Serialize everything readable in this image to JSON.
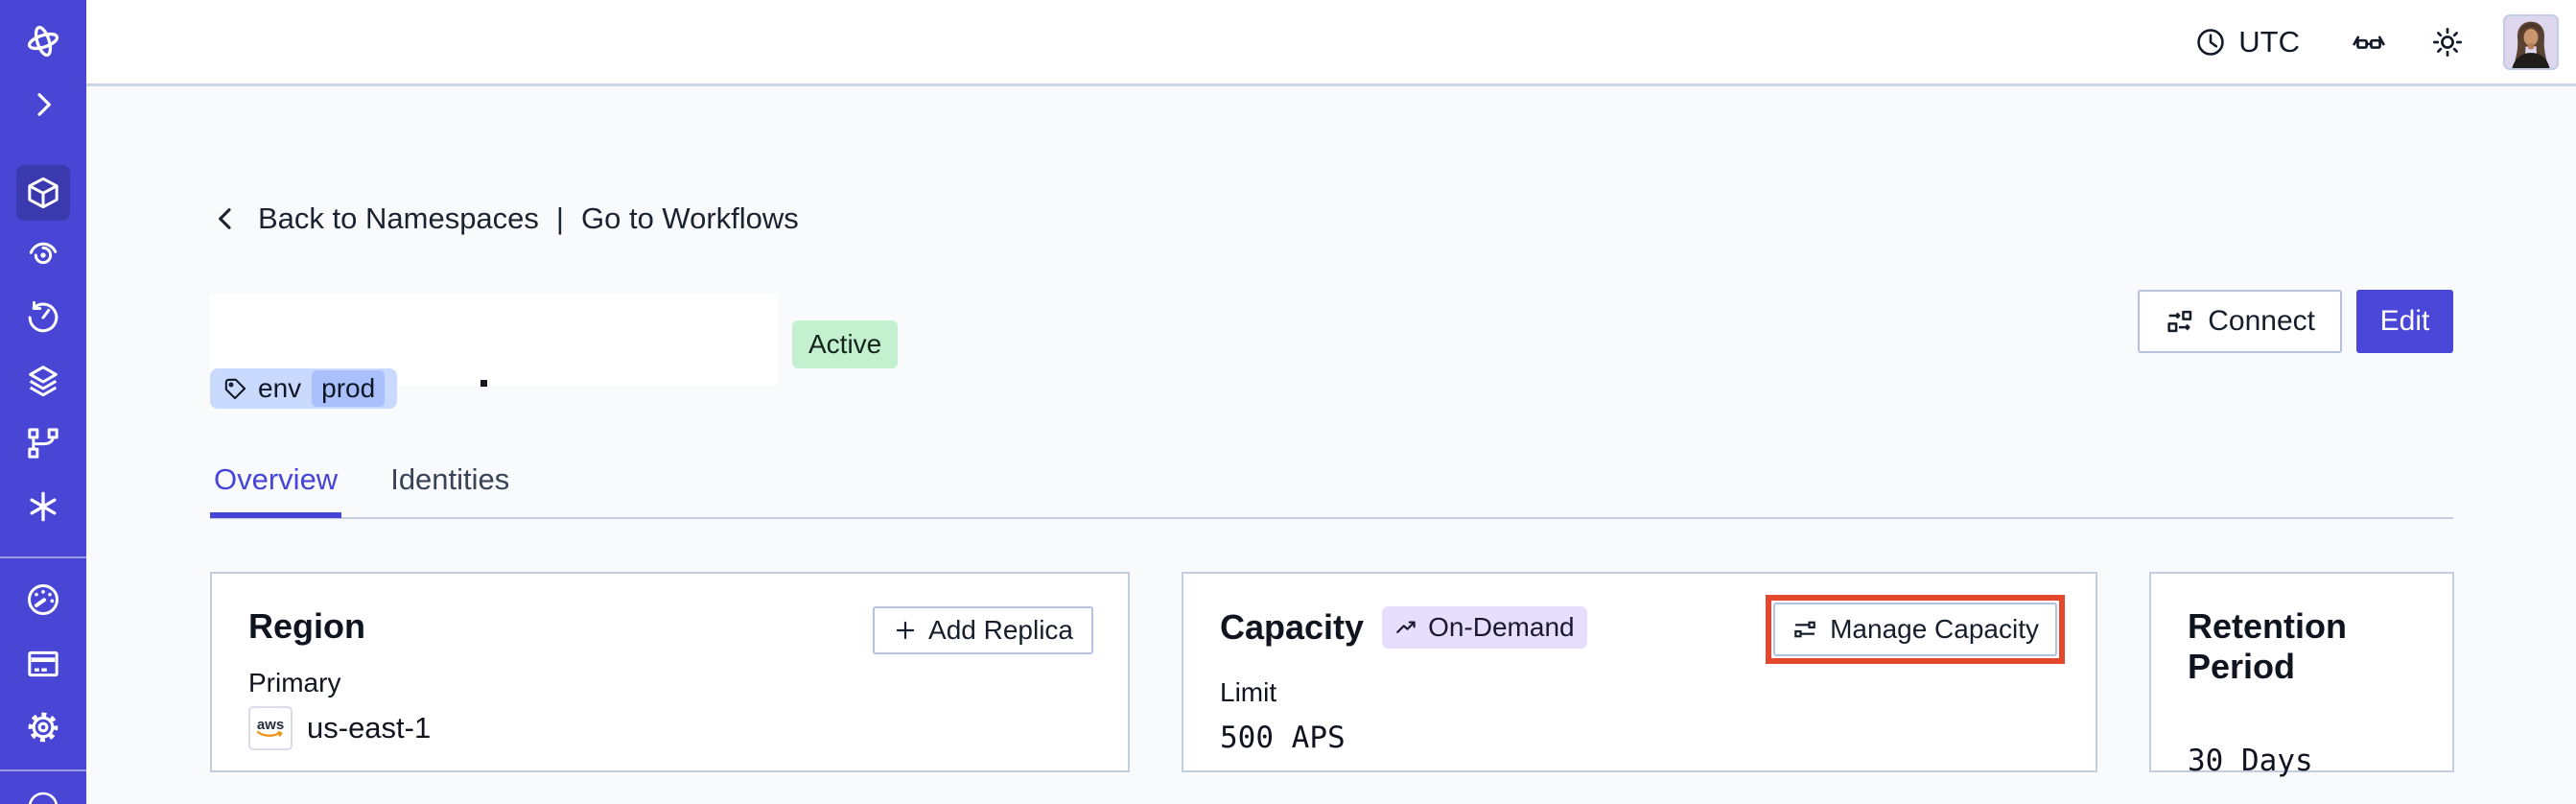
{
  "topbar": {
    "timezone": "UTC"
  },
  "sidebar": {
    "items": [
      {
        "name": "temporal-logo"
      },
      {
        "name": "expand-sidebar"
      },
      {
        "name": "namespaces",
        "active": true
      },
      {
        "name": "workflows"
      },
      {
        "name": "schedules"
      },
      {
        "name": "batch-operations"
      },
      {
        "name": "deployments"
      },
      {
        "name": "nexus"
      },
      {
        "name": "usage"
      },
      {
        "name": "billing"
      },
      {
        "name": "settings"
      }
    ]
  },
  "breadcrumb": {
    "back": "Back to Namespaces",
    "separator": "|",
    "forward": "Go to Workflows"
  },
  "namespace": {
    "status": "Active",
    "tag_key": "env",
    "tag_value": "prod"
  },
  "actions": {
    "connect": "Connect",
    "edit": "Edit"
  },
  "tabs": [
    {
      "label": "Overview",
      "active": true
    },
    {
      "label": "Identities",
      "active": false
    }
  ],
  "cards": {
    "region": {
      "title": "Region",
      "action": "Add Replica",
      "label": "Primary",
      "provider": "aws",
      "value": "us-east-1"
    },
    "capacity": {
      "title": "Capacity",
      "badge": "On-Demand",
      "action": "Manage Capacity",
      "label": "Limit",
      "value": "500 APS"
    },
    "retention": {
      "title": "Retention Period",
      "value": "30 Days"
    }
  },
  "colors": {
    "sidebar_bg": "#4946d6",
    "accent_indigo": "#4744d8",
    "edit_button_bg": "#4a47d8",
    "annotation_red": "#e5472d",
    "status_badge_bg": "#c3f0cf",
    "tag_chip_bg": "#cad9fe",
    "tag_value_bg": "#aac0fc",
    "ondemand_badge_bg": "#e7ddfc",
    "page_bg": "#f8fafc"
  }
}
